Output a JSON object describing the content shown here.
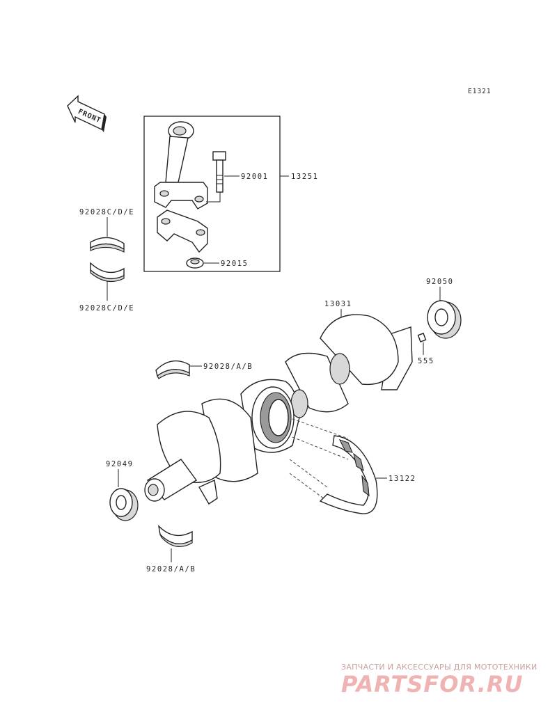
{
  "diagram": {
    "ref_code": "E1321",
    "front_label": "FRONT",
    "box_label": "13251",
    "labels": {
      "p92001": "92001",
      "p92015": "92015",
      "p92028cde_top": "92028C/D/E",
      "p92028cde_bot": "92028C/D/E",
      "p92050": "92050",
      "p13031": "13031",
      "p555": "555",
      "p92028ab_top": "92028/A/B",
      "p92049": "92049",
      "p13122": "13122",
      "p92028ab_bot": "92028/A/B"
    }
  },
  "watermark": {
    "tagline": "ЗАПЧАСТИ И АКСЕССУАРЫ ДЛЯ МОТОТЕХНИКИ",
    "logo": "PARTSFOR.RU",
    "color": "#efb3b3"
  }
}
